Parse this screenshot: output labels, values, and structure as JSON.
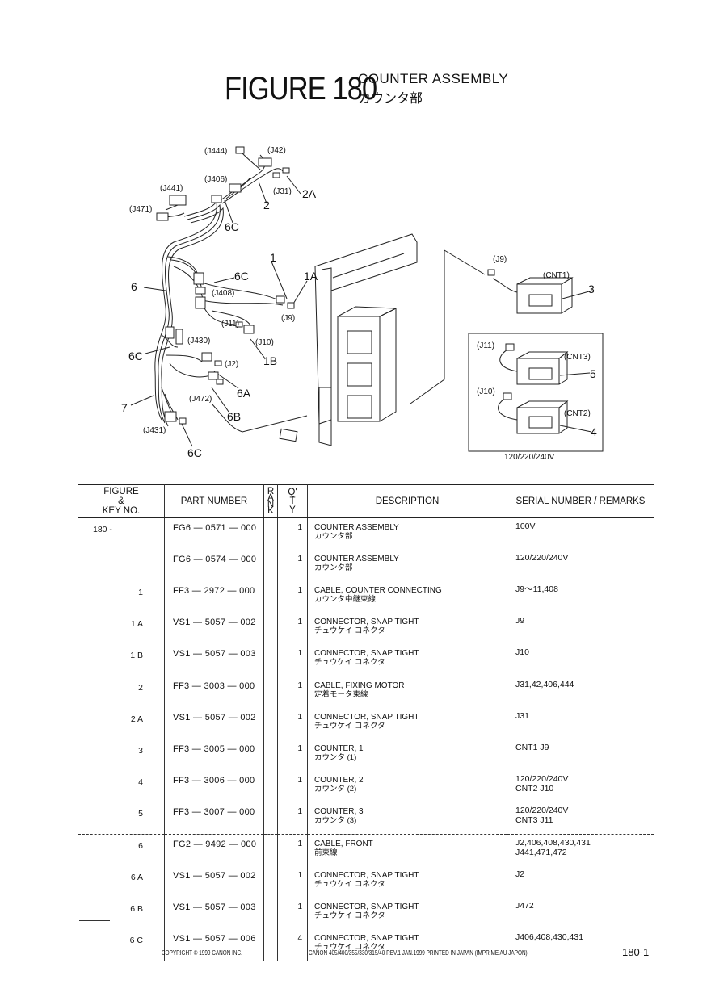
{
  "header": {
    "figure": "FIGURE 180",
    "title_en": "COUNTER ASSEMBLY",
    "title_jp": "カウンタ部"
  },
  "diagram": {
    "labels": [
      "(J444)",
      "(J42)",
      "(J406)",
      "(J31)",
      "2A",
      "(J441)",
      "2",
      "(J471)",
      "6C",
      "(J9)",
      "(CNT1)",
      "3",
      "1",
      "6",
      "6C",
      "1A",
      "(J408)",
      "(J9)",
      "(J11)",
      "(J10)",
      "(J430)",
      "1B",
      "6C",
      "(J2)",
      "6A",
      "(J472)",
      "6B",
      "7",
      "(J431)",
      "6C",
      "(J11)",
      "(CNT3)",
      "5",
      "(J10)",
      "(CNT2)",
      "4"
    ],
    "voltage_note": "120/220/240V"
  },
  "table": {
    "headers": {
      "figure_key": [
        "FIGURE",
        "&",
        "KEY NO."
      ],
      "part_number": "PART NUMBER",
      "rank": [
        "R",
        "A",
        "N",
        "K"
      ],
      "qty": [
        "Q'",
        "T",
        "Y"
      ],
      "description": "DESCRIPTION",
      "serial": "SERIAL NUMBER / REMARKS"
    },
    "rows": [
      {
        "key": "180 -",
        "pn": "FG6 — 0571 — 000",
        "qty": "1",
        "desc": "COUNTER ASSEMBLY",
        "jp": "カウンタ部",
        "rem": "100V"
      },
      {
        "key": "",
        "pn": "FG6 — 0574 — 000",
        "qty": "1",
        "desc": "COUNTER ASSEMBLY",
        "jp": "カウンタ部",
        "rem": "120/220/240V"
      },
      {
        "key": "1",
        "pn": "FF3 — 2972 — 000",
        "qty": "1",
        "desc": "CABLE, COUNTER CONNECTING",
        "jp": "カウンタ中継束線",
        "rem": "J9〜11,408"
      },
      {
        "key": "1 A",
        "pn": "VS1 — 5057 — 002",
        "qty": "1",
        "desc": "CONNECTOR, SNAP TIGHT",
        "jp": "チュウケイ コネクタ",
        "rem": "J9"
      },
      {
        "key": "1 B",
        "pn": "VS1 — 5057 — 003",
        "qty": "1",
        "desc": "CONNECTOR, SNAP TIGHT",
        "jp": "チュウケイ コネクタ",
        "rem": "J10"
      },
      {
        "key": "2",
        "pn": "FF3 — 3003 — 000",
        "qty": "1",
        "desc": "CABLE, FIXING MOTOR",
        "jp": "定着モータ束線",
        "rem": "J31,42,406,444"
      },
      {
        "key": "2 A",
        "pn": "VS1 — 5057 — 002",
        "qty": "1",
        "desc": "CONNECTOR, SNAP TIGHT",
        "jp": "チュウケイ コネクタ",
        "rem": "J31"
      },
      {
        "key": "3",
        "pn": "FF3 — 3005 — 000",
        "qty": "1",
        "desc": "COUNTER, 1",
        "jp": "カウンタ (1)",
        "rem": "CNT1 J9"
      },
      {
        "key": "4",
        "pn": "FF3 — 3006 — 000",
        "qty": "1",
        "desc": "COUNTER, 2",
        "jp": "カウンタ (2)",
        "rem": "120/220/240V\nCNT2 J10"
      },
      {
        "key": "5",
        "pn": "FF3 — 3007 — 000",
        "qty": "1",
        "desc": "COUNTER, 3",
        "jp": "カウンタ (3)",
        "rem": "120/220/240V\nCNT3 J11"
      },
      {
        "key": "6",
        "pn": "FG2 — 9492 — 000",
        "qty": "1",
        "desc": "CABLE, FRONT",
        "jp": "前束線",
        "rem": "J2,406,408,430,431\nJ441,471,472"
      },
      {
        "key": "6 A",
        "pn": "VS1 — 5057 — 002",
        "qty": "1",
        "desc": "CONNECTOR, SNAP TIGHT",
        "jp": "チュウケイ コネクタ",
        "rem": "J2"
      },
      {
        "key": "6 B",
        "pn": "VS1 — 5057 — 003",
        "qty": "1",
        "desc": "CONNECTOR, SNAP TIGHT",
        "jp": "チュウケイ コネクタ",
        "rem": "J472"
      },
      {
        "key": "6 C",
        "pn": "VS1 — 5057 — 006",
        "qty": "4",
        "desc": "CONNECTOR, SNAP TIGHT",
        "jp": "チュウケイ コネクタ",
        "rem": "J406,408,430,431"
      }
    ]
  },
  "footer": {
    "copyright": "COPYRIGHT © 1999 CANON INC.",
    "model": "CANON 405/400/355/330/315/40 REV.1 JAN.1999 PRINTED IN JAPAN (IMPRIME AU JAPON)",
    "page": "180-1"
  }
}
